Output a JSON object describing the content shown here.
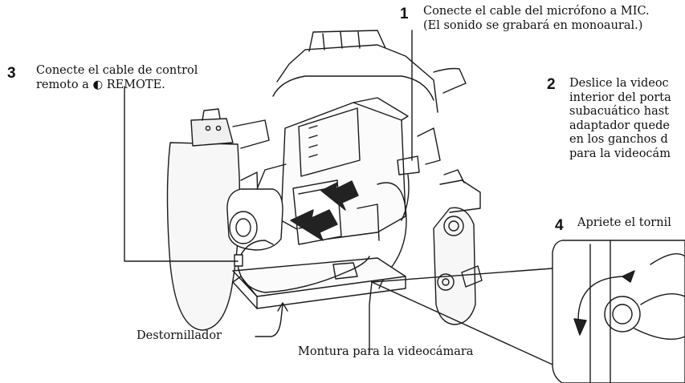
{
  "steps": [
    {
      "number": "1",
      "lines": [
        "Conecte el cable del micrófono a MIC.",
        "(El sonido se grabará en monoaural.)"
      ]
    },
    {
      "number": "2",
      "lines": [
        "Deslice la videoc",
        "interior del porta",
        "subacuático hast",
        "adaptador quede",
        "en los ganchos d",
        "para la videocám"
      ]
    },
    {
      "number": "3",
      "lines": [
        "Conecte el cable de control",
        "remoto a",
        "REMOTE."
      ]
    },
    {
      "number": "4",
      "lines": [
        "Apriete el tornil"
      ]
    }
  ],
  "labels": {
    "screwdriver": "Destornillador",
    "mount": "Montura para la videocámara"
  },
  "icons": {
    "remote": "remote-control-symbol-icon"
  }
}
